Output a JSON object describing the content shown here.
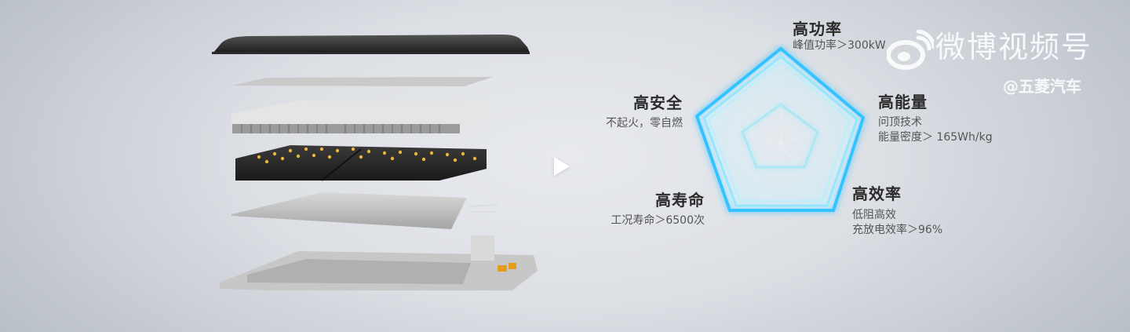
{
  "video": {
    "play_icon": "play-icon"
  },
  "image": {
    "subject": "exploded-battery-pack",
    "layers": [
      "top-cover",
      "insulation-sheet",
      "module-frame",
      "battery-cells",
      "cooling-plate",
      "lower-tray"
    ]
  },
  "radar": {
    "outer_color": "#39c8ff",
    "glow_color": "#7fe3ff",
    "inner_color": "#9eeaf7"
  },
  "features": {
    "power": {
      "title": "高功率",
      "desc": [
        "峰值功率＞300kW"
      ]
    },
    "energy": {
      "title": "高能量",
      "desc": [
        "问顶技术",
        "能量密度＞ 165Wh/kg"
      ]
    },
    "efficiency": {
      "title": "高效率",
      "desc": [
        "低阻高效",
        "充放电效率＞96%"
      ]
    },
    "life": {
      "title": "高寿命",
      "desc": [
        "工况寿命＞6500次"
      ]
    },
    "safety": {
      "title": "高安全",
      "desc": [
        "不起火，零自燃"
      ]
    }
  },
  "watermark": {
    "platform": "微博视频号",
    "handle": "@五菱汽车",
    "logo_icon": "weibo-logo-icon"
  }
}
